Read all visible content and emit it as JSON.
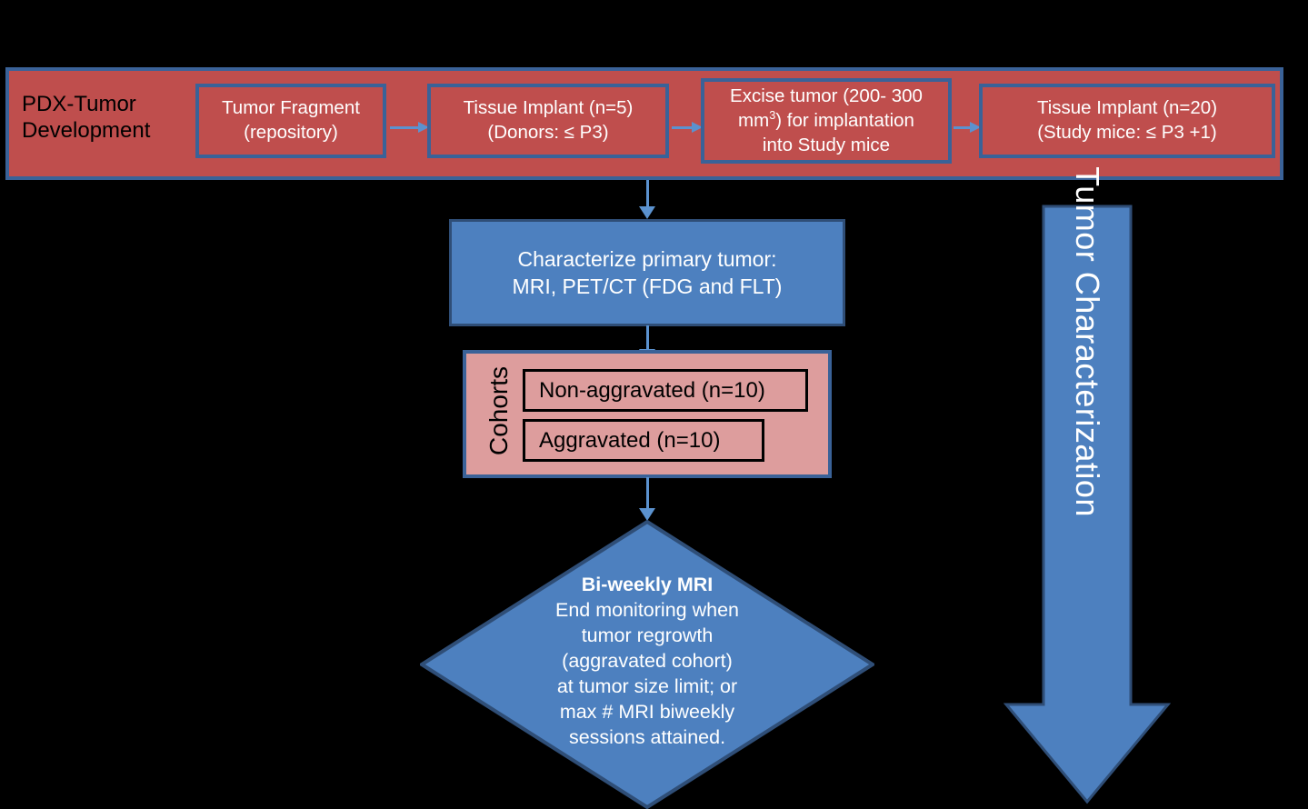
{
  "banner": {
    "label": "PDX-Tumor Development",
    "stages": [
      {
        "name": "tumor-fragment",
        "line1": "Tumor Fragment",
        "line2": "(repository)"
      },
      {
        "name": "tissue-implant-donors",
        "line1": "Tissue Implant (n=5)",
        "line2": "(Donors: ≤ P3)"
      },
      {
        "name": "excise-tumor",
        "line1": "Excise tumor (200- 300",
        "line2_pre": "mm",
        "line2_sup": "3",
        "line2_post": ") for implantation",
        "line3": "into Study mice"
      },
      {
        "name": "tissue-implant-study",
        "line1": "Tissue Implant (n=20)",
        "line2": "(Study mice: ≤ P3 +1)"
      }
    ]
  },
  "characterize": {
    "line1": "Characterize primary tumor:",
    "line2": "MRI, PET/CT (FDG and FLT)"
  },
  "cohorts": {
    "label": "Cohorts",
    "items": [
      {
        "label": "Non-aggravated (n=10)"
      },
      {
        "label": "Aggravated (n=10)"
      }
    ]
  },
  "decision": {
    "title": "Bi-weekly MRI",
    "line1": "End monitoring when",
    "line2": "tumor regrowth",
    "line3": "(aggravated cohort)",
    "line4": "at tumor size limit; or",
    "line5": "max # MRI biweekly",
    "line6": "sessions attained."
  },
  "side_arrow": {
    "label": "Tumor Characterization"
  },
  "colors": {
    "red_fill": "#bf4e4d",
    "blue_fill": "#4d80bf",
    "pink_fill": "#dd9d9d",
    "border_blue": "#3a6298",
    "connector_blue": "#5b92cf",
    "background": "#000000"
  }
}
